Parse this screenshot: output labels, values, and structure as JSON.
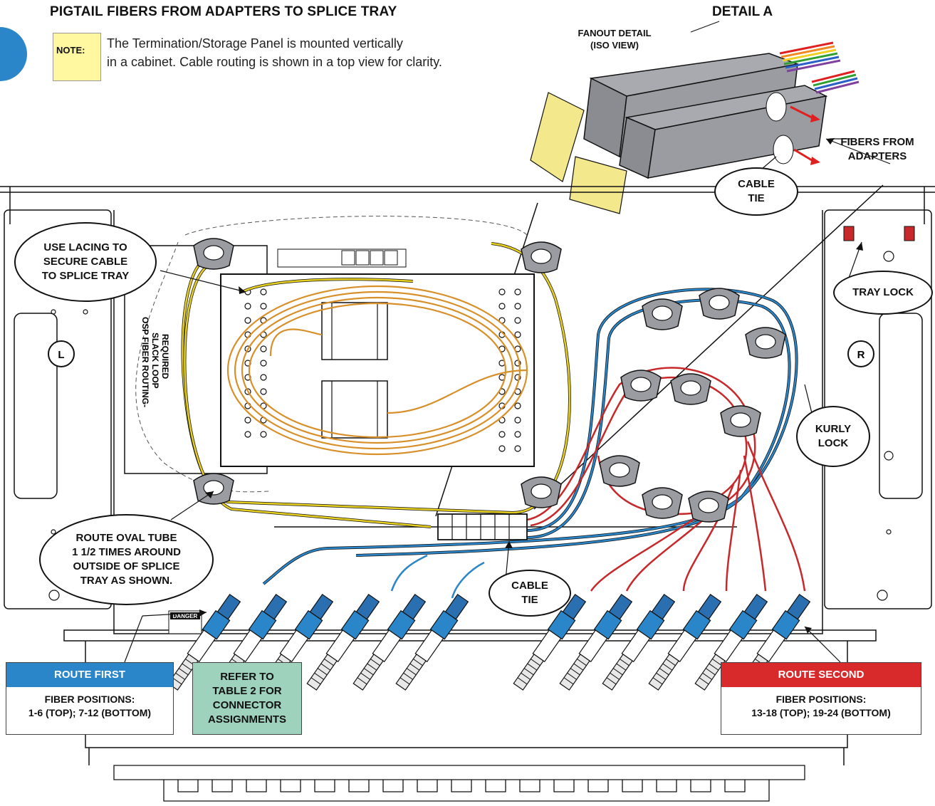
{
  "header": {
    "title": "PIGTAIL FIBERS FROM ADAPTERS TO SPLICE TRAY",
    "detail_label": "DETAIL A",
    "fanout_line1": "FANOUT DETAIL",
    "fanout_line2": "(ISO VIEW)"
  },
  "note": {
    "badge": "NOTE:",
    "line1": "The Termination/Storage Panel is mounted vertically",
    "line2": "in a cabinet. Cable routing is shown in a top view for clarity."
  },
  "callouts": {
    "fibers_from_adapters": [
      "FIBERS FROM",
      "ADAPTERS"
    ],
    "cable_tie_top": [
      "CABLE",
      "TIE"
    ],
    "use_lacing": [
      "USE LACING TO",
      "SECURE CABLE",
      "TO SPLICE TRAY"
    ],
    "tray_lock": "TRAY LOCK",
    "kurly_lock": [
      "KURLY",
      "LOCK"
    ],
    "route_oval": [
      "ROUTE OVAL TUBE",
      "1 1/2 TIMES AROUND",
      "OUTSIDE OF SPLICE",
      "TRAY AS SHOWN."
    ],
    "cable_tie_bottom": [
      "CABLE",
      "TIE"
    ]
  },
  "panel": {
    "osp_label": [
      "OSP FIBER ROUTING-",
      "SLACK LOOP",
      "REQUIRED"
    ],
    "left_marker": "L",
    "right_marker": "R",
    "danger_label": "DANGER"
  },
  "legend": {
    "route_first": {
      "header": "ROUTE FIRST",
      "line1": "FIBER POSITIONS:",
      "line2": "1-6 (TOP); 7-12 (BOTTOM)"
    },
    "refer": [
      "REFER TO",
      "TABLE 2 FOR",
      "CONNECTOR",
      "ASSIGNMENTS"
    ],
    "route_second": {
      "header": "ROUTE SECOND",
      "line1": "FIBER POSITIONS:",
      "line2": "13-18 (TOP); 19-24 (BOTTOM)"
    }
  },
  "colors": {
    "blue_fiber": "#2a86c8",
    "red_fiber": "#c8282a",
    "yellow_tube": "#e8d020",
    "orange_fiber": "#d8902a",
    "route_first": "#2a86c8",
    "route_second": "#d82a2a",
    "refer_box": "#9ed2bd",
    "note_badge": "#fff8a0"
  }
}
